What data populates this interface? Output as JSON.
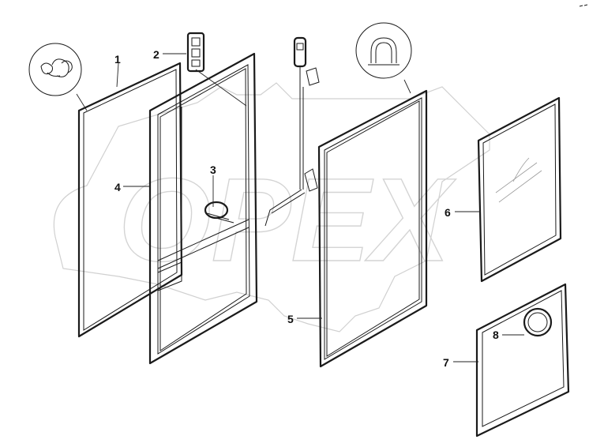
{
  "watermark": {
    "text": "OPEX"
  },
  "callouts": [
    "1",
    "2",
    "3",
    "4",
    "5",
    "6",
    "7",
    "8"
  ],
  "colors": {
    "line": "#1a1a1a",
    "watermark": "#d0d0d0",
    "background": "#ffffff"
  }
}
